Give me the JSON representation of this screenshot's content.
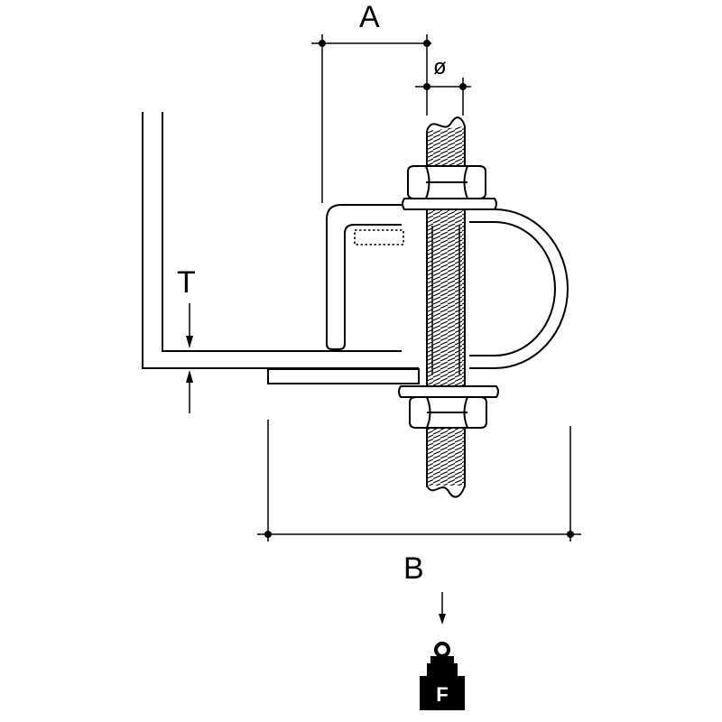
{
  "labels": {
    "dim_a": "A",
    "dim_diameter": "ø",
    "dim_t": "T",
    "dim_b": "B",
    "force": "F"
  },
  "colors": {
    "line": "#000000",
    "background": "#ffffff"
  },
  "icons": [
    "force-weight-icon",
    "force-arrow-icon"
  ]
}
